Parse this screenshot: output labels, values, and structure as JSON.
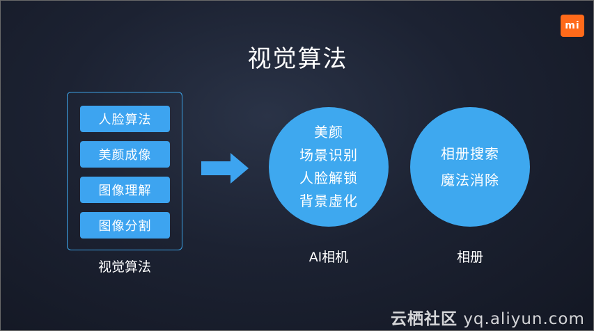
{
  "brand": {
    "logo_text": "mi",
    "logo_color": "#ff6a1a"
  },
  "slide": {
    "title": "视觉算法"
  },
  "algorithms": {
    "items": [
      "人脸算法",
      "美颜成像",
      "图像理解",
      "图像分割"
    ],
    "caption": "视觉算法"
  },
  "ai_camera": {
    "features": [
      "美颜",
      "场景识别",
      "人脸解锁",
      "背景虚化"
    ],
    "caption": "AI相机"
  },
  "album": {
    "features": [
      "相册搜索",
      "魔法消除"
    ],
    "caption": "相册"
  },
  "watermark": {
    "cn": "云栖社区",
    "url": "yq.aliyun.com"
  },
  "colors": {
    "accent_blue": "#3da4f0",
    "background": "#1c2232"
  },
  "icons": {
    "arrow": "arrow-right-icon"
  }
}
